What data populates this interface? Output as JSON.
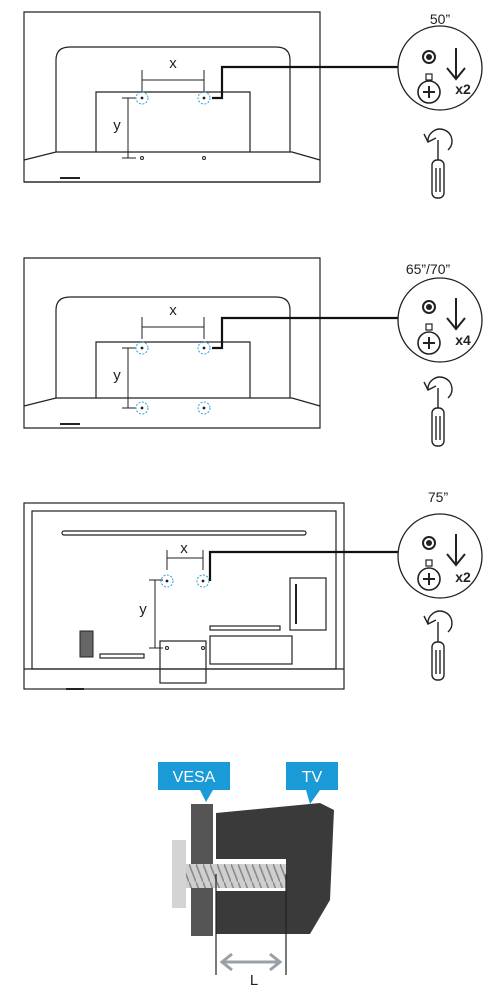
{
  "sections": [
    {
      "size_label": "50”",
      "dim_x": "x",
      "dim_y": "y",
      "screw_count": "x2"
    },
    {
      "size_label": "65”/70”",
      "dim_x": "x",
      "dim_y": "y",
      "screw_count": "x4"
    },
    {
      "size_label": "75”",
      "dim_x": "x",
      "dim_y": "y",
      "screw_count": "x2"
    }
  ],
  "detail": {
    "vesa_label": "VESA",
    "tv_label": "TV",
    "length_label": "L"
  },
  "colors": {
    "line": "#222222",
    "accent": "#1a9ad6",
    "hole_ring": "#3aa0d8",
    "tv_body": "#3a3a3a",
    "plate": "#555555",
    "screw": "#cccccc",
    "screw_head": "#d4d4d4"
  },
  "icons": [
    "screw-hole-icon",
    "arrow-down-icon",
    "screw-head-icon",
    "screwdriver-icon",
    "rotate-arrow-icon"
  ]
}
